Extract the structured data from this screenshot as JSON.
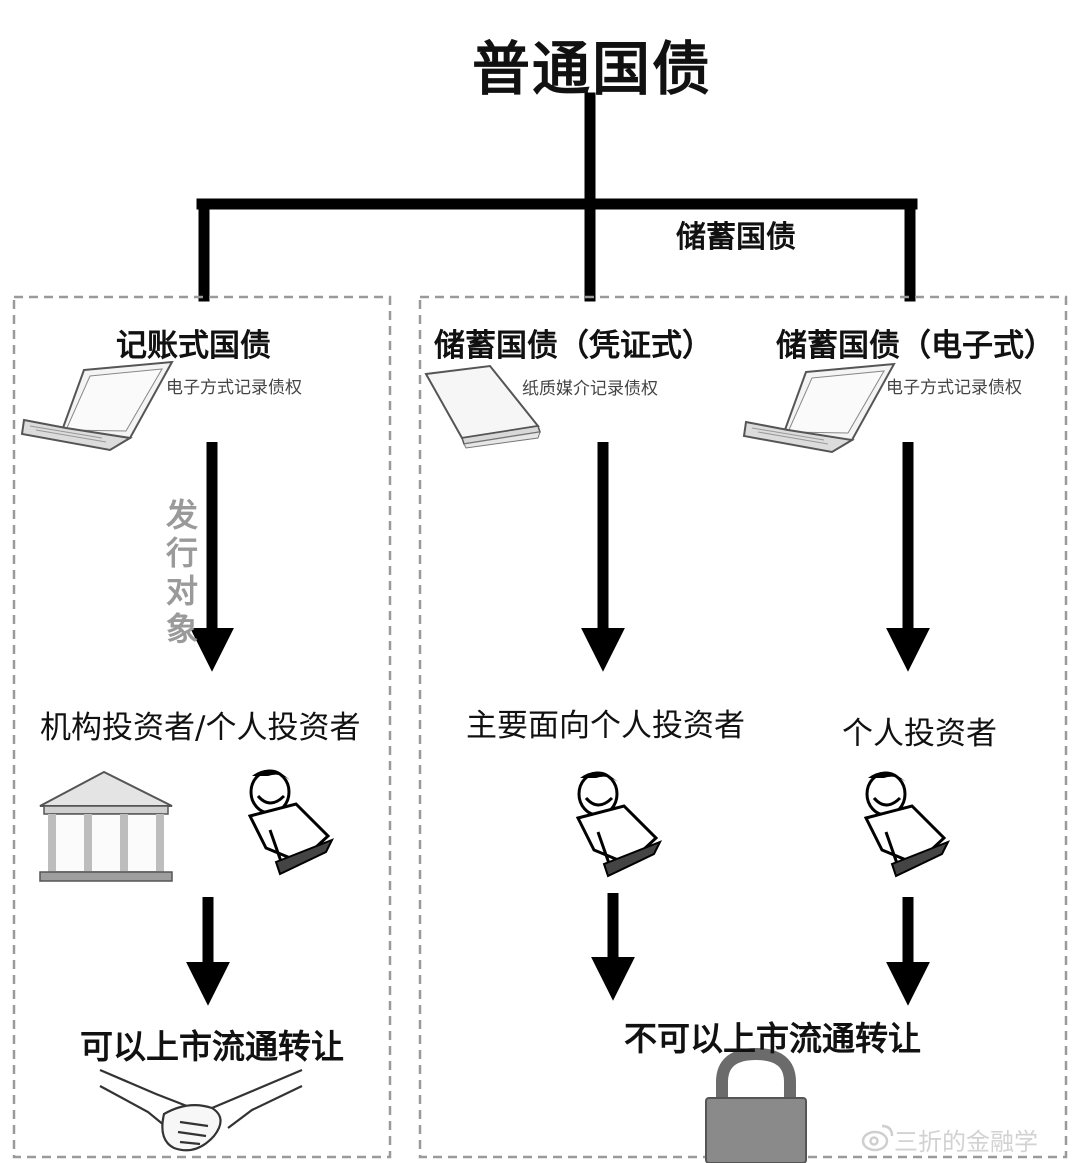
{
  "title": "普通国债",
  "branch_label": "储蓄国债",
  "columns": {
    "book_entry": {
      "heading": "记账式国债",
      "record_note": "电子方式记录债权",
      "side_label": "发行对象",
      "audience": "机构投资者/个人投资者",
      "result": "可以上市流通转让"
    },
    "certificate": {
      "heading": "储蓄国债（凭证式）",
      "record_note": "纸质媒介记录债权",
      "audience": "主要面向个人投资者"
    },
    "electronic": {
      "heading": "储蓄国债（电子式）",
      "record_note": "电子方式记录债权",
      "audience": "个人投资者"
    },
    "savings_result": "不可以上市流通转让"
  },
  "icons": [
    "laptop-icon",
    "paper-book-icon",
    "bank-building-icon",
    "investor-person-icon",
    "handshake-icon",
    "padlock-icon",
    "weibo-icon"
  ],
  "watermark": "三折的金融学"
}
